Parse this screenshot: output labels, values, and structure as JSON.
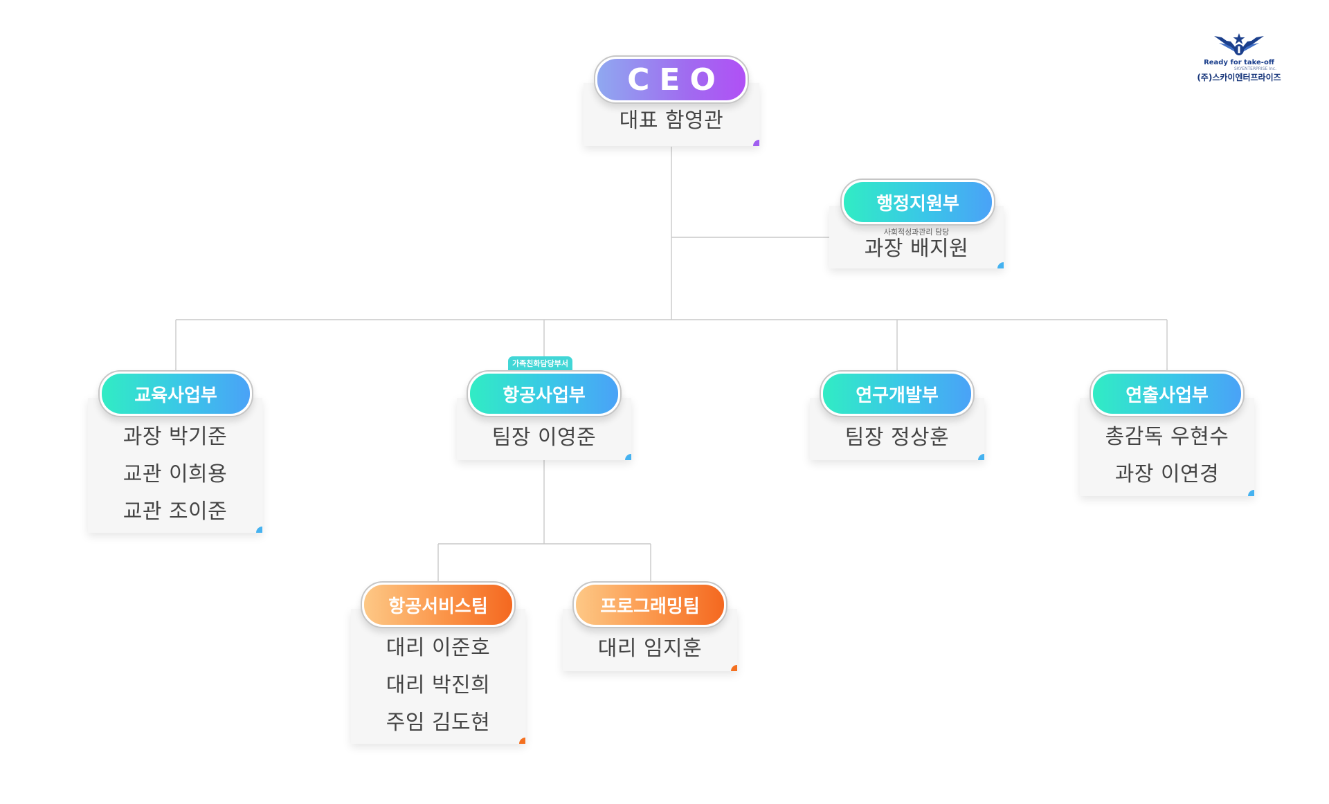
{
  "logo": {
    "slogan": "Ready for take-off",
    "sub": "SKYENTERPRISE Inc.",
    "company": "(주)스카이엔터프라이즈",
    "icon": "winged-star-logo",
    "color": "#1b3f8c"
  },
  "ceo": {
    "title": "CEO",
    "members": [
      "대표 함영관"
    ]
  },
  "admin": {
    "title": "행정지원부",
    "note": "사회적성과관리 담당",
    "members": [
      "과장 배지원"
    ]
  },
  "departments": [
    {
      "title": "교육사업부",
      "members": [
        "과장 박기준",
        "교관 이희용",
        "교관 조이준"
      ]
    },
    {
      "title": "항공사업부",
      "tag": "가족친화담당부서",
      "members": [
        "팀장 이영준"
      ]
    },
    {
      "title": "연구개발부",
      "members": [
        "팀장 정상훈"
      ]
    },
    {
      "title": "연출사업부",
      "members": [
        "총감독 우현수",
        "과장 이연경"
      ]
    }
  ],
  "teams": [
    {
      "title": "항공서비스팀",
      "members": [
        "대리 이준호",
        "대리 박진희",
        "주임 김도현"
      ]
    },
    {
      "title": "프로그래밍팀",
      "members": [
        "대리 임지훈"
      ]
    }
  ],
  "colors": {
    "ceo": "#a05ff0",
    "department": "#45b2f0",
    "team": "#f47020",
    "connector": "#c9c9c9"
  }
}
